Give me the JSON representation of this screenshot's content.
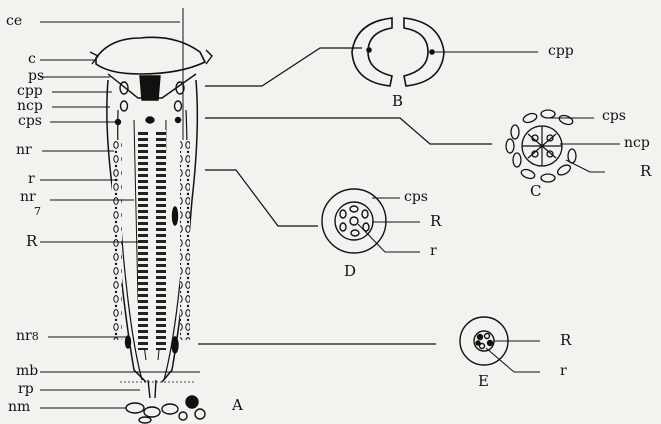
{
  "labels": {
    "ce": "ce",
    "c": "c",
    "ps": "ps",
    "cpp": "cpp",
    "ncp": "ncp",
    "cps": "cps",
    "nr": "nr",
    "r": "r",
    "nr7": "nr",
    "nr7_sub": "7",
    "R": "R",
    "nr8": "nr",
    "nr8_sub": "8",
    "mb": "mb",
    "rp": "rp",
    "nm": "nm",
    "A": "A",
    "B": "B",
    "B_cpp": "cpp",
    "C": "C",
    "C_cps": "cps",
    "C_ncp": "ncp",
    "C_R": "R",
    "D": "D",
    "D_cps": "cps",
    "D_R": "R",
    "D_r": "r",
    "E": "E",
    "E_R": "R",
    "E_r": "r"
  },
  "colors": {
    "ink": "#111111",
    "paper": "#f4f2ee"
  }
}
